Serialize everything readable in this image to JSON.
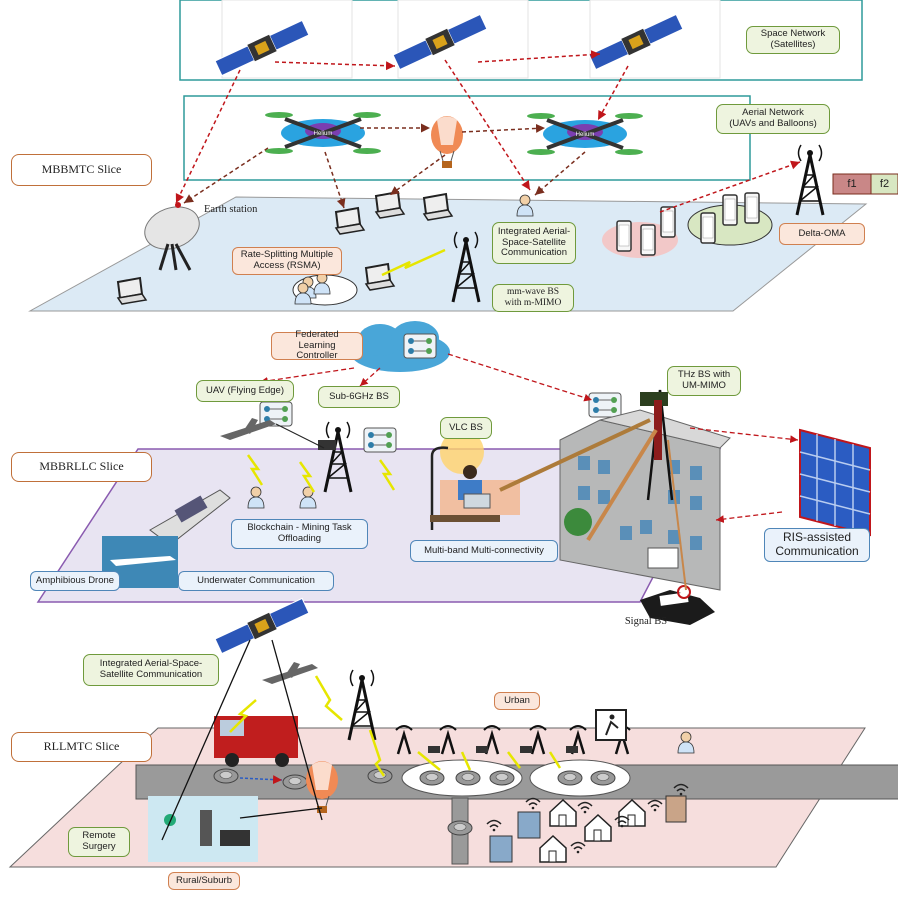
{
  "slices": {
    "mbbmtc": "MBBMTC Slice",
    "mbbrllc": "MBBRLLC Slice",
    "rllmtc": "RLLMTC Slice"
  },
  "layers": {
    "space": "Space Network\n(Satellites)",
    "aerial": "Aerial Network\n(UAVs and Balloons)"
  },
  "labels": {
    "earth_station": "Earth station",
    "rsma": "Rate-Splitting Multiple\nAccess (RSMA)",
    "integrated_top": "Integrated Aerial-\nSpace-Satellite\nCommunication",
    "mmwave": "mm-wave BS\nwith m-MIMO",
    "delta_oma": "Delta-OMA",
    "f1": "f1",
    "f2": "f2",
    "fl_controller": "Federated Learning\nController",
    "uav_edge": "UAV (Flying Edge)",
    "sub6": "Sub-6GHz BS",
    "thz": "THz BS with\nUM-MIMO",
    "vlc": "VLC BS",
    "blockchain": "Blockchain - Mining Task\nOffloading",
    "multiband": "Multi-band Multi-connectivity",
    "ris": "RIS-assisted\nCommunication",
    "signal_bs": "Signal BS",
    "amphibious": "Amphibious Drone",
    "underwater": "Underwater Communication",
    "integrated_bottom": "Integrated Aerial-Space-\nSatellite Communication",
    "urban": "Urban",
    "remote_surgery": "Remote\nSurgery",
    "rural": "Rural/Suburb",
    "helium": "Helium"
  },
  "colors": {
    "link_red": "#c0161b",
    "link_brown": "#7a2e1e",
    "lightning": "#e6e600",
    "plane1": "#dceaf5",
    "plane2": "#e8e4f2",
    "plane3": "#f6dedd",
    "teal_box": "#2e9a9a"
  }
}
